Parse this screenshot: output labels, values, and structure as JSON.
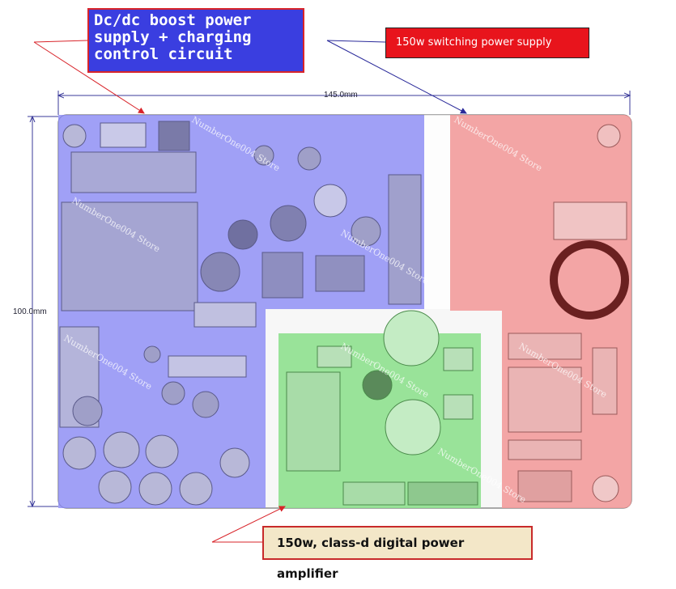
{
  "callouts": {
    "dcdc": "Dc/dc boost power supply + charging control circuit",
    "switching": "150w switching power supply",
    "amplifier": "150w, class-d digital power amplifier"
  },
  "dimensions": {
    "width": "145.0mm",
    "height": "100.0mm"
  },
  "watermark": "NumberOne004 Store",
  "colors": {
    "boost_zone": "#8c8cf5",
    "switching_zone": "#f39a9a",
    "amplifier_zone": "#8ee08e",
    "callout_blue": "#3a3ee0",
    "callout_red": "#e8141c",
    "arrow_red": "#d8242a",
    "arrow_blue": "#2a2a9a"
  }
}
